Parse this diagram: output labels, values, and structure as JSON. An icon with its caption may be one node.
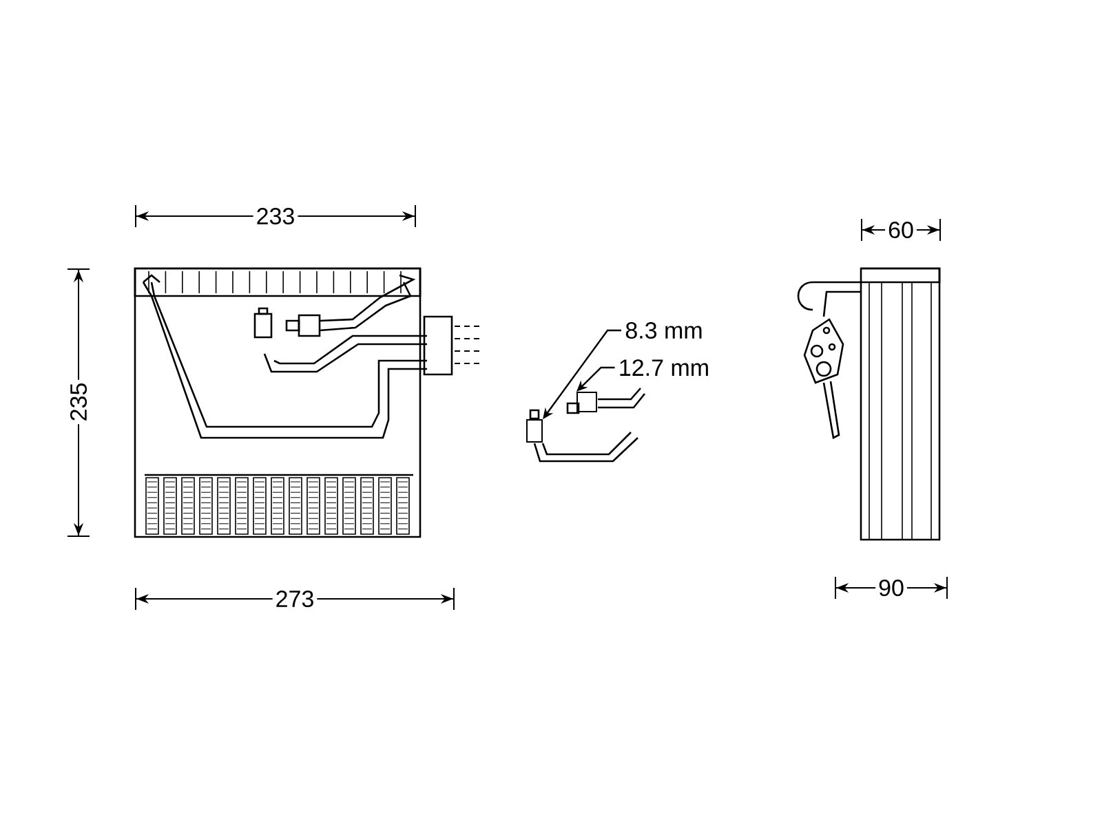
{
  "diagram": {
    "nodes": [
      {
        "text": [
          "8.3 mm"
        ]
      },
      {
        "text": [
          "12.7 mm"
        ]
      },
      {
        "text": [],
        "shape": "box"
      },
      {
        "text": [],
        "shape": "box"
      }
    ],
    "edges": [
      {
        "from": 0,
        "to": 2,
        "arrow": "to"
      },
      {
        "from": 1,
        "to": 3,
        "arrow": "to"
      }
    ],
    "labels": [
      "233",
      "235",
      "60",
      "273",
      "90"
    ]
  }
}
